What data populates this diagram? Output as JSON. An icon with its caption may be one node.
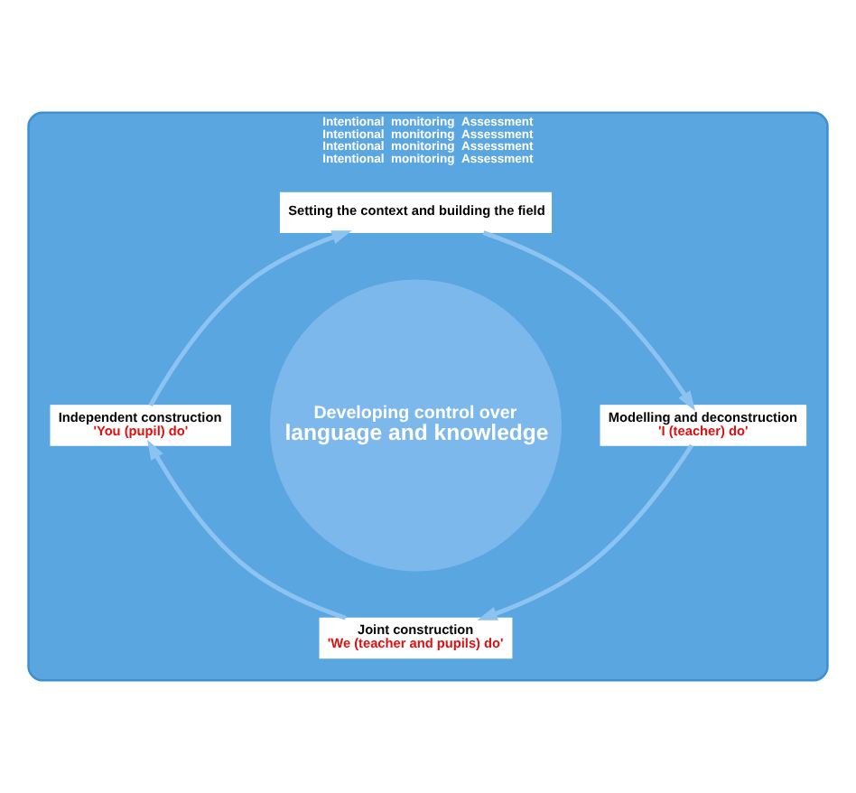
{
  "diagram": {
    "nodes": [
      {
        "text": [
          "Intentional",
          "monitoring",
          "Assessment",
          "Intentional",
          "monitoring",
          "Assessment",
          "Intentional",
          "monitoring",
          "Assessment",
          "Intentional",
          "monitoring",
          "Assessment"
        ]
      },
      {
        "text": [
          "Setting the context and building the field"
        ],
        "in": 0
      },
      {
        "text": [
          "Independent construction",
          "'You (pupil) do'"
        ],
        "in": 0
      },
      {
        "text": [
          "Developing control over",
          "language and knowledge"
        ],
        "in": 0
      },
      {
        "text": [
          "Modelling and deconstruction",
          "'I (teacher) do'"
        ],
        "in": 0
      },
      {
        "text": [
          "Joint construction",
          "'We (teacher and pupils) do'"
        ],
        "in": 0
      }
    ],
    "edges": [
      {
        "from": 1,
        "to": 4,
        "arrow": "to"
      },
      {
        "from": 4,
        "to": 5,
        "arrow": "to"
      },
      {
        "from": 5,
        "to": 2,
        "arrow": "to"
      },
      {
        "from": 2,
        "to": 1,
        "arrow": "to"
      }
    ]
  }
}
